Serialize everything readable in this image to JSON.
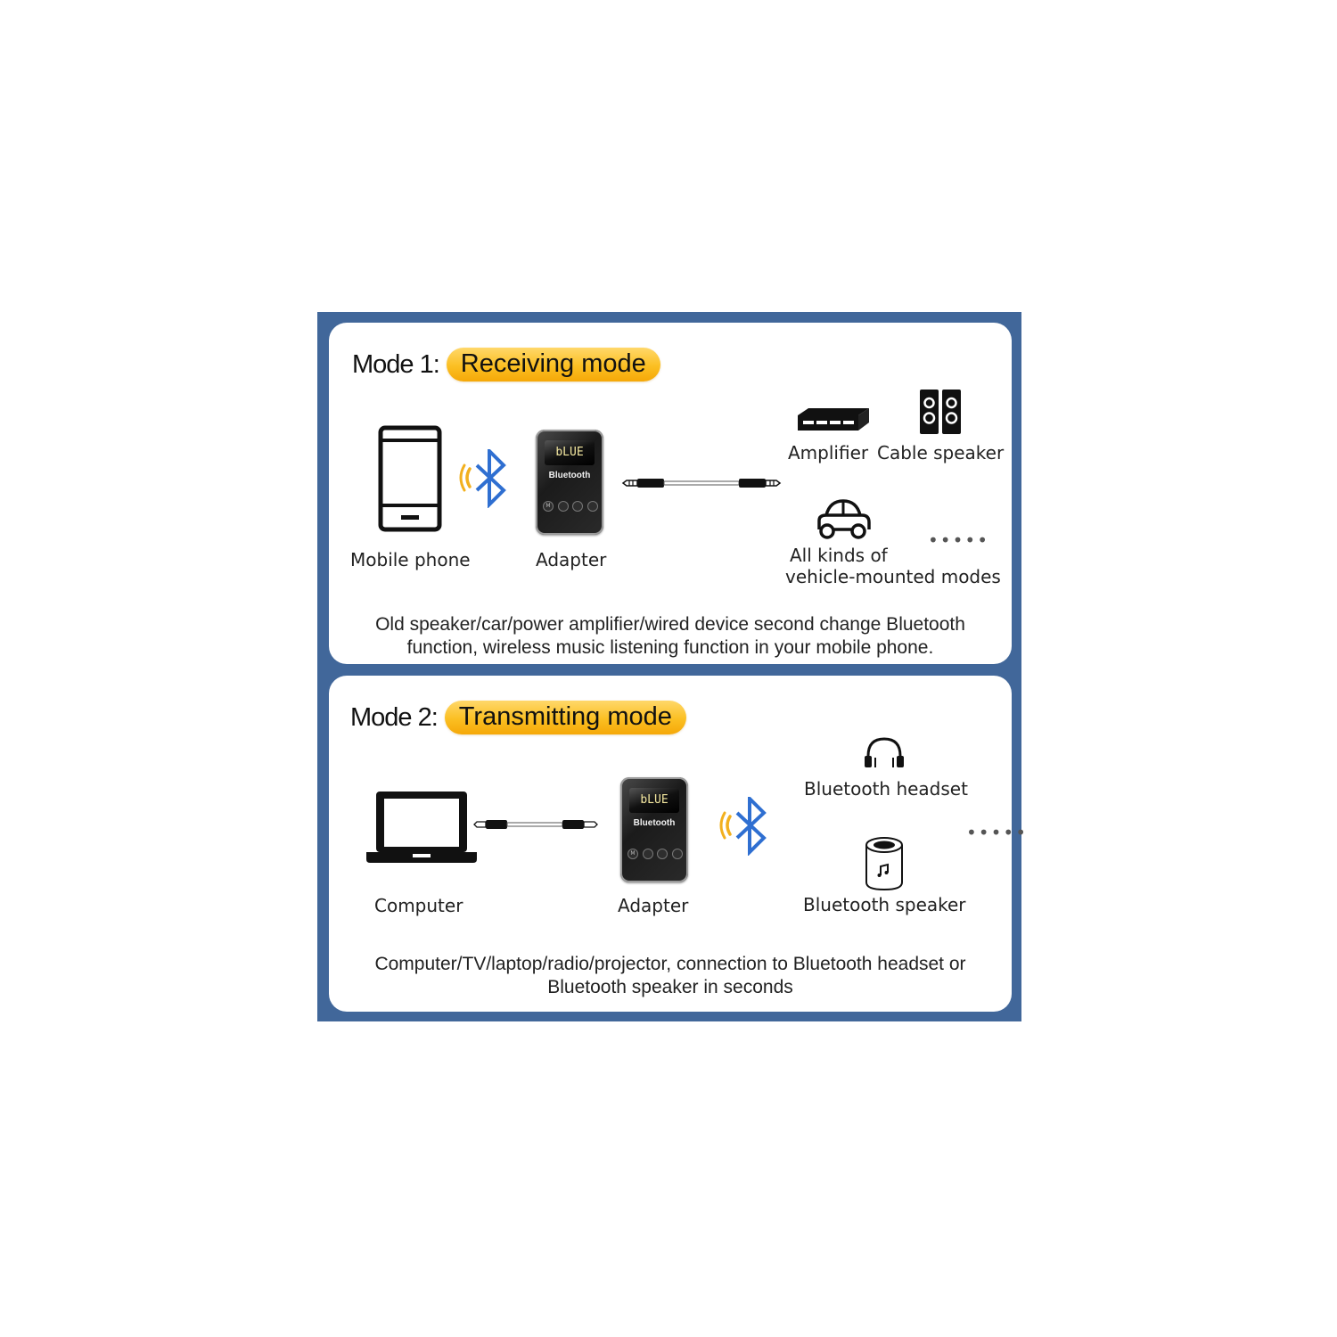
{
  "colors": {
    "frame": "#41679a",
    "pill_top": "#ffd86a",
    "pill_bottom": "#f5a808",
    "bluetooth_blue": "#2f6fd1",
    "signal_orange": "#f2b01e"
  },
  "mode1": {
    "prefix": "Mode 1:",
    "title": "Receiving mode",
    "source_label": "Mobile phone",
    "source_icon": "mobile-phone-icon",
    "adapter_label": "Adapter",
    "adapter_screen": "bLUE",
    "adapter_brand": "Bluetooth",
    "adapter_buttons": [
      "M",
      "•",
      "•",
      "•"
    ],
    "link_icon": "bluetooth-icon",
    "cable_icon": "aux-cable-icon",
    "targets": [
      {
        "label": "Amplifier",
        "icon": "amplifier-icon"
      },
      {
        "label": "Cable speaker",
        "icon": "speaker-pair-icon"
      }
    ],
    "vehicle_label_line1": "All kinds of",
    "vehicle_label_line2": "vehicle-mounted modes",
    "vehicle_icon": "car-icon",
    "more": "•••••",
    "description_line1": "Old speaker/car/power amplifier/wired device second change Bluetooth",
    "description_line2": "function, wireless music listening function in your mobile phone."
  },
  "mode2": {
    "prefix": "Mode 2:",
    "title": "Transmitting mode",
    "source_label": "Computer",
    "source_icon": "laptop-icon",
    "cable_icon": "aux-cable-icon",
    "adapter_label": "Adapter",
    "adapter_screen": "bLUE",
    "adapter_brand": "Bluetooth",
    "adapter_buttons": [
      "M",
      "•",
      "•",
      "•"
    ],
    "link_icon": "bluetooth-icon",
    "targets": [
      {
        "label": "Bluetooth headset",
        "icon": "headphones-icon"
      },
      {
        "label": "Bluetooth speaker",
        "icon": "cylinder-speaker-icon"
      }
    ],
    "more": "•••••",
    "description_line1": "Computer/TV/laptop/radio/projector, connection to Bluetooth headset or",
    "description_line2": "Bluetooth speaker in seconds"
  }
}
